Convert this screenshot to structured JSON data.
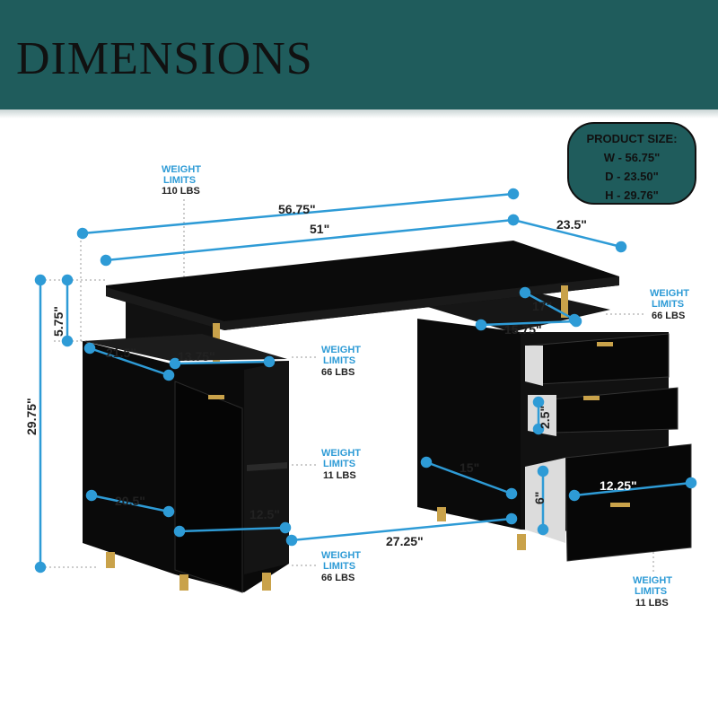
{
  "header": {
    "title": "DIMENSIONS"
  },
  "product_size": {
    "heading": "PRODUCT SIZE:",
    "width": "W - 56.75\"",
    "depth": "D - 23.50\"",
    "height": "H - 29.76\""
  },
  "dimensions": {
    "total_width": "56.75\"",
    "inner_width": "51\"",
    "total_depth": "23.5\"",
    "top_gap": "5.75\"",
    "total_height": "29.75\"",
    "cabinet_depth": "21.5\"",
    "shelf_width": "13.75\"",
    "cabinet_inner_depth": "20.5\"",
    "shelf_height": "12.5\"",
    "knee_space": "27.25\"",
    "drawer_unit_depth": "15\"",
    "top_shelf_depth": "17\"",
    "top_shelf_width": "15.75\"",
    "drawer_height_small": "2.5\"",
    "drawer_height_large": "6\"",
    "drawer_width": "12.25\""
  },
  "weight_limits": {
    "label_top": "WEIGHT",
    "label_bottom": "LIMITS",
    "desktop": "110 LBS",
    "top_shelf": "66 LBS",
    "cabinet_top": "66 LBS",
    "cabinet_middle": "11 LBS",
    "cabinet_bottom": "66 LBS",
    "drawers": "11 LBS"
  },
  "colors": {
    "banner": "#1f5c5c",
    "dimension_line": "#2e9bd6",
    "furniture": "#0d0d0d",
    "gold": "#c9a24a"
  }
}
